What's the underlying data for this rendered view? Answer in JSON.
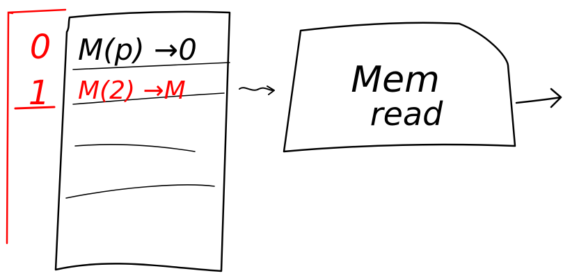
{
  "colors": {
    "ink": "#000000",
    "accent": "#ff0000"
  },
  "table": {
    "indices": [
      "0",
      "1"
    ],
    "entries": [
      "M(p) →0",
      "M(2) →M"
    ]
  },
  "stage": {
    "label_line1": "Mem",
    "label_line2": "read"
  }
}
